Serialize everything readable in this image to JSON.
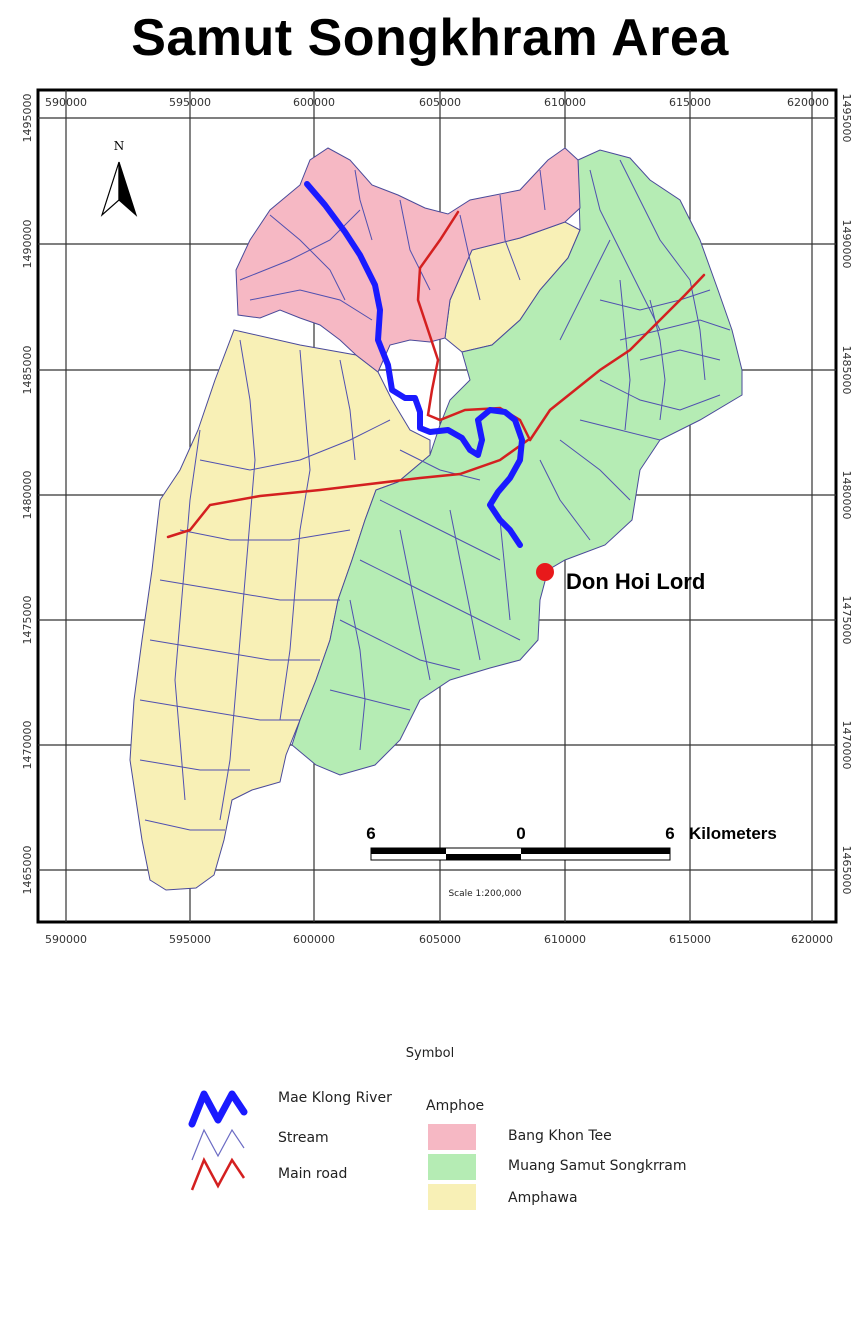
{
  "title": "Samut Songkhram Area",
  "axes": {
    "x_ticks": [
      "590000",
      "595000",
      "600000",
      "605000",
      "610000",
      "615000",
      "620000"
    ],
    "y_ticks": [
      "1495000",
      "1490000",
      "1485000",
      "1480000",
      "1475000",
      "1470000",
      "1465000"
    ]
  },
  "north_arrow": {
    "label": "N",
    "icon": "north-arrow-icon"
  },
  "point": {
    "label": "Don Hoi Lord",
    "color": "#e8191b"
  },
  "scale_bar": {
    "left_label": "6",
    "middle_label": "0",
    "right_label": "6",
    "unit": "Kilometers",
    "scale_text": "Scale 1:200,000"
  },
  "legend": {
    "heading": "Symbol",
    "lines": [
      {
        "label": "Mae Klong River",
        "color": "#1a1aff"
      },
      {
        "label": "Stream",
        "color": "#6b6bc4"
      },
      {
        "label": "Main road",
        "color": "#d42020"
      }
    ],
    "amphoe_heading": "Amphoe",
    "areas": [
      {
        "label": "Bang Khon Tee",
        "color": "#f6b8c4"
      },
      {
        "label": "Muang Samut Songkrram",
        "color": "#b5ecb4"
      },
      {
        "label": "Amphawa",
        "color": "#f8f0b6"
      }
    ]
  },
  "colors": {
    "river": "#1a1aff",
    "stream": "#5050b0",
    "road": "#d42020",
    "bang_khon_tee": "#f6b8c4",
    "muang": "#b5ecb4",
    "amphawa": "#f8f0b6",
    "grid": "#333333"
  }
}
